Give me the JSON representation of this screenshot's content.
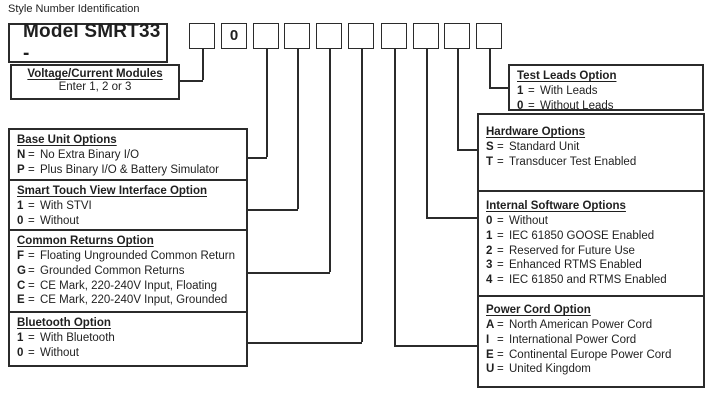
{
  "title": "Style Number Identification",
  "model_label": "Model SMRT33 -",
  "separator": "=",
  "style_boxes": [
    "",
    "0",
    "",
    "",
    "",
    "",
    "",
    "",
    "",
    ""
  ],
  "voltage": {
    "heading": "Voltage/Current Modules",
    "subtext": "Enter 1, 2 or 3"
  },
  "base_unit": {
    "heading": "Base Unit Options",
    "options": [
      {
        "code": "N",
        "label": "No Extra Binary I/O"
      },
      {
        "code": "P",
        "label": "Plus Binary I/O & Battery Simulator"
      }
    ]
  },
  "stvi": {
    "heading": "Smart Touch View Interface Option",
    "options": [
      {
        "code": "1",
        "label": "With STVI"
      },
      {
        "code": "0",
        "label": "Without"
      }
    ]
  },
  "common_returns": {
    "heading": "Common Returns Option",
    "options": [
      {
        "code": "F",
        "label": "Floating Ungrounded Common Return"
      },
      {
        "code": "G",
        "label": "Grounded Common Returns"
      },
      {
        "code": "C",
        "label": "CE Mark, 220-240V Input, Floating"
      },
      {
        "code": "E",
        "label": "CE Mark, 220-240V Input, Grounded"
      }
    ]
  },
  "bluetooth": {
    "heading": "Bluetooth Option",
    "options": [
      {
        "code": "1",
        "label": "With Bluetooth"
      },
      {
        "code": "0",
        "label": "Without"
      }
    ]
  },
  "test_leads": {
    "heading": "Test Leads Option",
    "options": [
      {
        "code": "1",
        "label": "With Leads"
      },
      {
        "code": "0",
        "label": "Without Leads"
      }
    ]
  },
  "hardware": {
    "heading": "Hardware Options",
    "options": [
      {
        "code": "S",
        "label": "Standard Unit"
      },
      {
        "code": "T",
        "label": "Transducer Test Enabled"
      }
    ]
  },
  "internal_software": {
    "heading": "Internal Software Options",
    "options": [
      {
        "code": "0",
        "label": "Without"
      },
      {
        "code": "1",
        "label": "IEC 61850 GOOSE Enabled"
      },
      {
        "code": "2",
        "label": "Reserved for Future Use"
      },
      {
        "code": "3",
        "label": "Enhanced RTMS Enabled"
      },
      {
        "code": "4",
        "label": "IEC 61850 and RTMS Enabled"
      }
    ]
  },
  "power_cord": {
    "heading": "Power Cord Option",
    "options": [
      {
        "code": "A",
        "label": "North American Power Cord"
      },
      {
        "code": "I",
        "label": "International Power Cord"
      },
      {
        "code": "E",
        "label": "Continental Europe Power Cord"
      },
      {
        "code": "U",
        "label": "United Kingdom"
      }
    ]
  },
  "colors": {
    "ink": "#1f1f1f",
    "line": "#2b2b2b",
    "background": "#ffffff"
  }
}
